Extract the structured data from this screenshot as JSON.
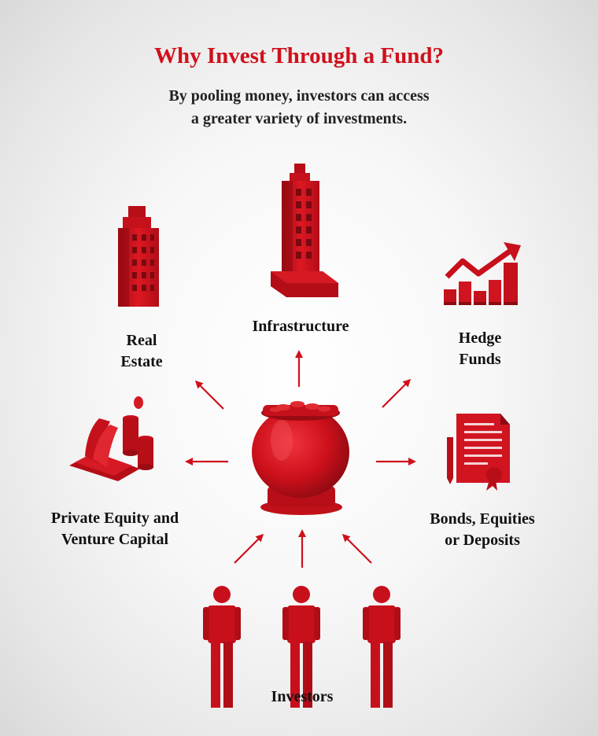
{
  "title": "Why Invest Through a Fund?",
  "subtitle": [
    "By pooling money, investors can access",
    "a greater variety of investments."
  ],
  "center": {
    "icon": "money-pot-icon"
  },
  "destinations": [
    {
      "id": "real-estate",
      "lines": [
        "Real",
        "Estate"
      ],
      "icon": "skyscraper-icon"
    },
    {
      "id": "infrastructure",
      "lines": [
        "Infrastructure"
      ],
      "icon": "building-icon"
    },
    {
      "id": "hedge-funds",
      "lines": [
        "Hedge",
        "Funds"
      ],
      "icon": "rising-chart-icon"
    },
    {
      "id": "private-equity",
      "lines": [
        "Private Equity and",
        "Venture Capital"
      ],
      "icon": "money-coins-icon"
    },
    {
      "id": "bonds",
      "lines": [
        "Bonds, Equities",
        "or Deposits"
      ],
      "icon": "certificate-icon"
    }
  ],
  "investors": {
    "label": "Investors",
    "count": 3,
    "icon": "person-icon"
  },
  "colors": {
    "accent": "#d0101b",
    "icon_red": "#c8101c",
    "dark_red": "#8e0a12",
    "text": "#111111"
  }
}
